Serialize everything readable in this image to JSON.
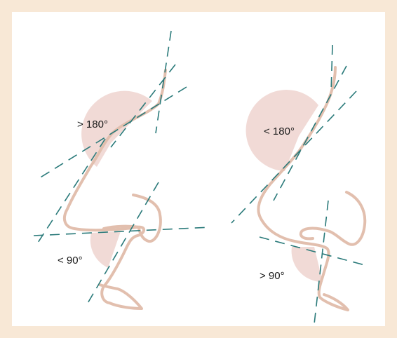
{
  "diagram": {
    "left_figure": {
      "upper_angle_label": "> 180°",
      "lower_angle_label": "< 90°"
    },
    "right_figure": {
      "upper_angle_label": "< 180°",
      "lower_angle_label": "> 90°"
    },
    "colors": {
      "background": "#f8e8d6",
      "panel": "#ffffff",
      "profile_line": "#e2bfae",
      "angle_sector": "#f1dad6",
      "guide_line": "#2a7a7a"
    }
  }
}
